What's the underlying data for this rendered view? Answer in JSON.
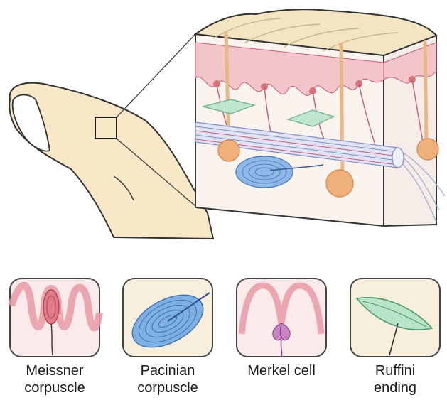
{
  "receptors": [
    {
      "id": "meissner",
      "line1": "Meissner",
      "line2": "corpuscle"
    },
    {
      "id": "pacinian",
      "line1": "Pacinian",
      "line2": "corpuscle"
    },
    {
      "id": "merkel",
      "line1": "Merkel cell",
      "line2": ""
    },
    {
      "id": "ruffini",
      "line1": "Ruffini",
      "line2": "ending"
    }
  ],
  "colors": {
    "skin": "#f8e8c8",
    "outline": "#333333",
    "epidermis_top": "#f3e4c2",
    "dermis_pink": "#f2c6c8",
    "nerve": "#c65a78",
    "pacinian_blue": "#6fa3dc",
    "ruffini_green": "#9ed6b4",
    "hair_shaft": "#e8b888",
    "bulb": "#f0b07a",
    "fiber_blue": "#7d8dc8",
    "panel_fill": "#f8eedd"
  }
}
